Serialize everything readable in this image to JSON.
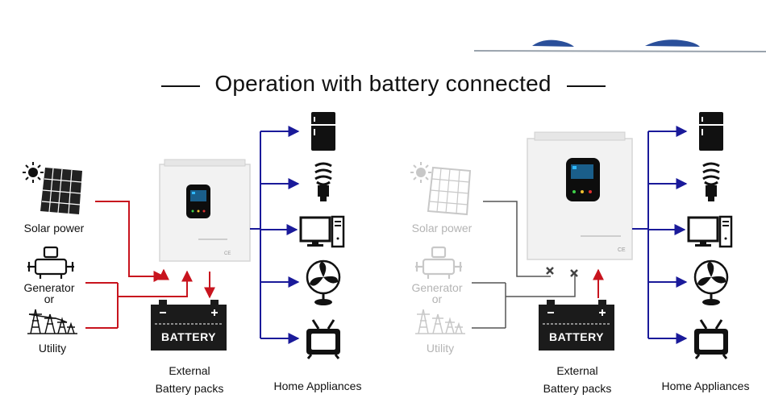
{
  "title": "Operation with battery connected",
  "left_panel": {
    "solar_label": "Solar power",
    "generator_label": "Generator",
    "or_label": "or",
    "utility_label": "Utility",
    "battery_label": "BATTERY",
    "battery_caption_line1": "External",
    "battery_caption_line2": "Battery packs",
    "appliances_caption": "Home Appliances"
  },
  "right_panel": {
    "solar_label": "Solar power",
    "generator_label": "Generator",
    "or_label": "or",
    "utility_label": "Utility",
    "battery_label": "BATTERY",
    "battery_caption_line1": "External",
    "battery_caption_line2": "Battery packs",
    "appliances_caption": "Home Appliances"
  },
  "colors": {
    "input_flow": "#c8141e",
    "output_flow": "#1a1a9a",
    "inactive_flow": "#555555",
    "faded_icon": "#c8c8c8"
  },
  "icons": [
    "sun-icon",
    "solar-panel-icon",
    "generator-icon",
    "utility-tower-icon",
    "inverter-device",
    "battery-icon",
    "refrigerator-icon",
    "light-bulb-icon",
    "computer-icon",
    "fan-icon",
    "tv-icon",
    "blocked-x-icon"
  ]
}
